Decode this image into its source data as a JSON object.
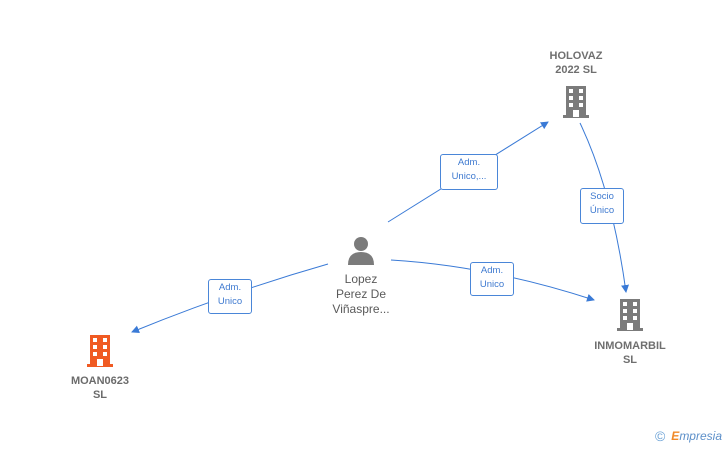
{
  "colors": {
    "edge": "#3a7ad6",
    "company_icon": "#7b7b7b",
    "company_icon_highlight": "#f05a22",
    "person_icon": "#7b7b7b",
    "brand_accent": "#f08a2a"
  },
  "nodes": {
    "holovaz": {
      "label": "HOLOVAZ\n2022  SL",
      "icon": "building-icon"
    },
    "inmomarbil": {
      "label": "INMOMARBIL\nSL",
      "icon": "building-icon"
    },
    "moan": {
      "label": "MOAN0623\nSL",
      "icon": "building-icon"
    },
    "person": {
      "label": "Lopez\nPerez De\nViñaspre...",
      "icon": "person-icon"
    }
  },
  "edges": {
    "person_holovaz": "Adm.\nUnico,...",
    "holovaz_inmomarbil": "Socio\nÚnico",
    "person_inmomarbil": "Adm.\nUnico",
    "person_moan": "Adm.\nUnico"
  },
  "brand": {
    "copyright": "©",
    "initial": "E",
    "name": "mpresia"
  }
}
